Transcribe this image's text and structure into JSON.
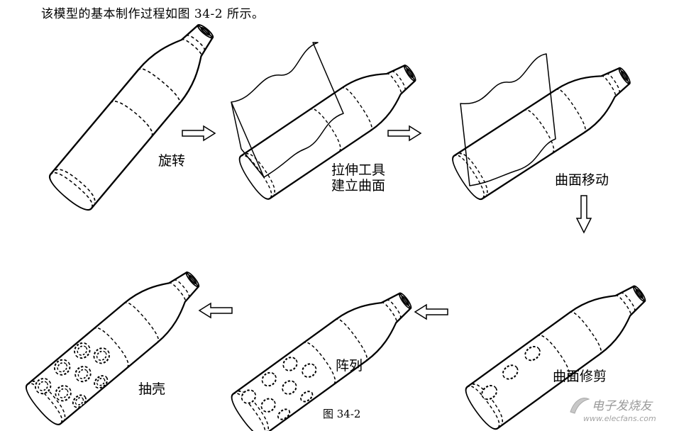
{
  "intro_text": "该模型的基本制作过程如图 34-2 所示。",
  "figure_caption": "图 34-2",
  "steps": [
    {
      "id": "revolve",
      "label": "旋转"
    },
    {
      "id": "extrude",
      "label_line1": "拉伸工具",
      "label_line2": "建立曲面"
    },
    {
      "id": "move",
      "label": "曲面移动"
    },
    {
      "id": "trim",
      "label": "曲面修剪"
    },
    {
      "id": "pattern",
      "label": "阵列"
    },
    {
      "id": "shell",
      "label": "抽壳"
    }
  ],
  "watermark": {
    "name": "电子发烧友",
    "url": "www.elecfans.com"
  }
}
